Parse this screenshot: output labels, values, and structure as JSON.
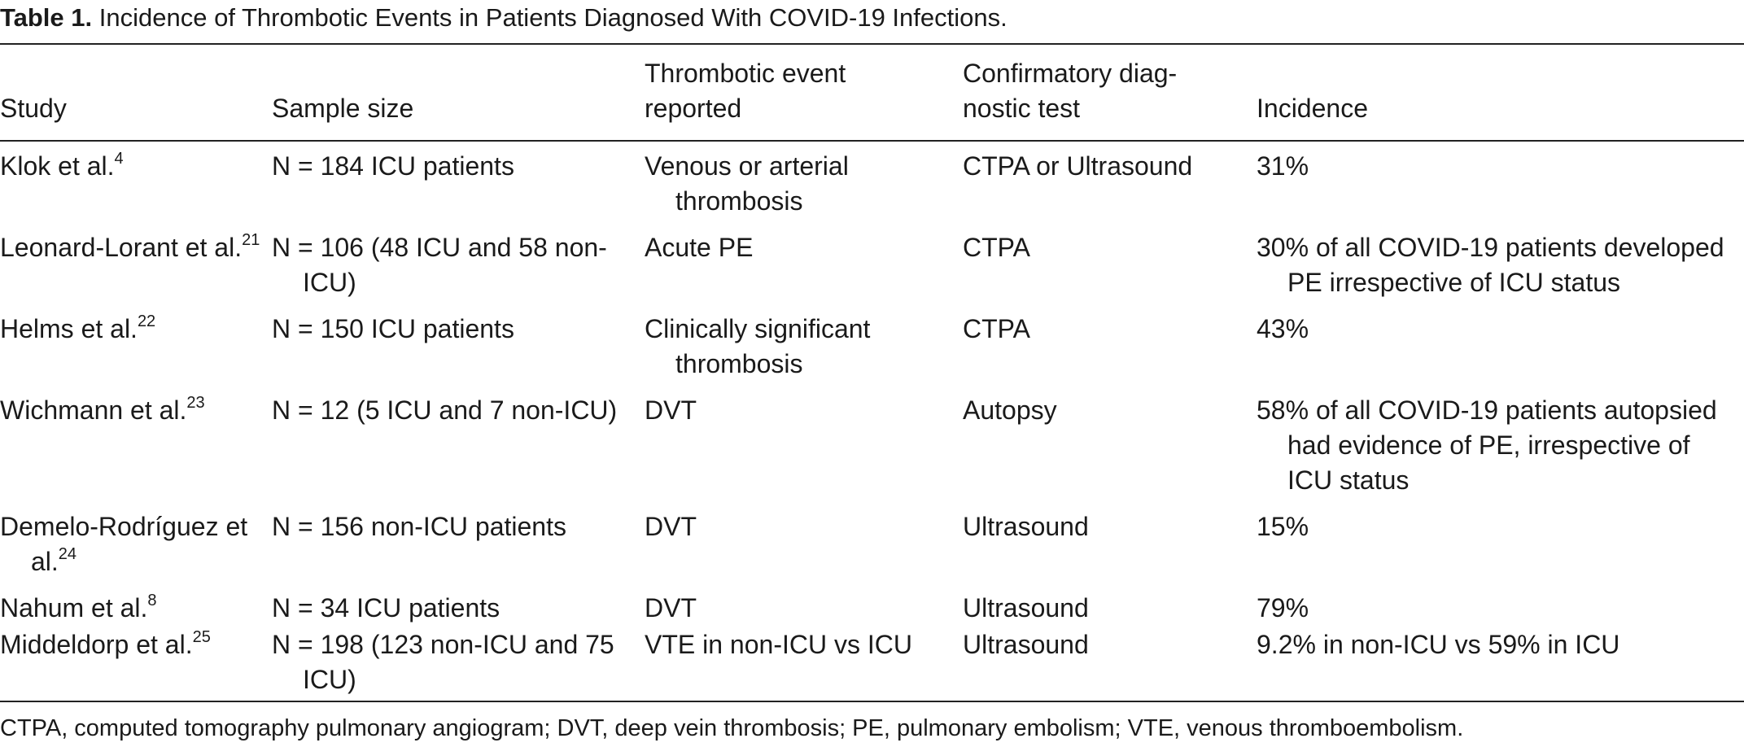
{
  "caption": {
    "label": "Table 1.",
    "text": "Incidence of Thrombotic Events in Patients Diagnosed With COVID-19 Infections."
  },
  "headers": {
    "study": "Study",
    "sample": "Sample size",
    "event_line1": "Thrombotic event",
    "event_line2": "reported",
    "test_line1": "Confirmatory diag-",
    "test_line2": "nostic test",
    "incidence": "Incidence"
  },
  "rows": [
    {
      "study_line1": "Klok et al.",
      "study_line2": "",
      "ref": "4",
      "sample": "N = 184 ICU patients",
      "event": "Venous or arterial thrombosis",
      "test": "CTPA or Ultrasound",
      "incidence": "31%"
    },
    {
      "study_line1": "Leonard-Lorant",
      "study_line2": "et al.",
      "ref": "21",
      "sample": "N = 106 (48 ICU and 58 non-ICU)",
      "event": "Acute PE",
      "test": "CTPA",
      "incidence": "30% of all COVID-19 patients developed PE irrespective of ICU status"
    },
    {
      "study_line1": "Helms et al.",
      "study_line2": "",
      "ref": "22",
      "sample": "N = 150 ICU patients",
      "event": "Clinically significant thrombosis",
      "test": "CTPA",
      "incidence": "43%"
    },
    {
      "study_line1": "Wichmann et al.",
      "study_line2": "",
      "ref": "23",
      "sample": "N = 12 (5 ICU and 7 non-ICU)",
      "event": "DVT",
      "test": "Autopsy",
      "incidence": "58% of all COVID-19 patients autopsied had evidence of PE, irrespective of ICU status"
    },
    {
      "study_line1": "Demelo-Rodríguez",
      "study_line2": "et al.",
      "ref": "24",
      "sample": "N = 156 non-ICU patients",
      "event": "DVT",
      "test": "Ultrasound",
      "incidence": "15%"
    },
    {
      "study_line1": "Nahum et al.",
      "study_line2": "",
      "ref": "8",
      "sample": "N = 34 ICU patients",
      "event": "DVT",
      "test": "Ultrasound",
      "incidence": "79%"
    },
    {
      "study_line1": "Middeldorp et al.",
      "study_line2": "",
      "ref": "25",
      "sample": "N = 198 (123 non-ICU and 75 ICU)",
      "event": "VTE in non-ICU vs ICU",
      "test": "Ultrasound",
      "incidence": "9.2% in non-ICU vs 59% in ICU"
    }
  ],
  "footnote": "CTPA, computed tomography pulmonary angiogram; DVT, deep vein thrombosis; PE, pulmonary embolism; VTE, venous thromboembolism."
}
